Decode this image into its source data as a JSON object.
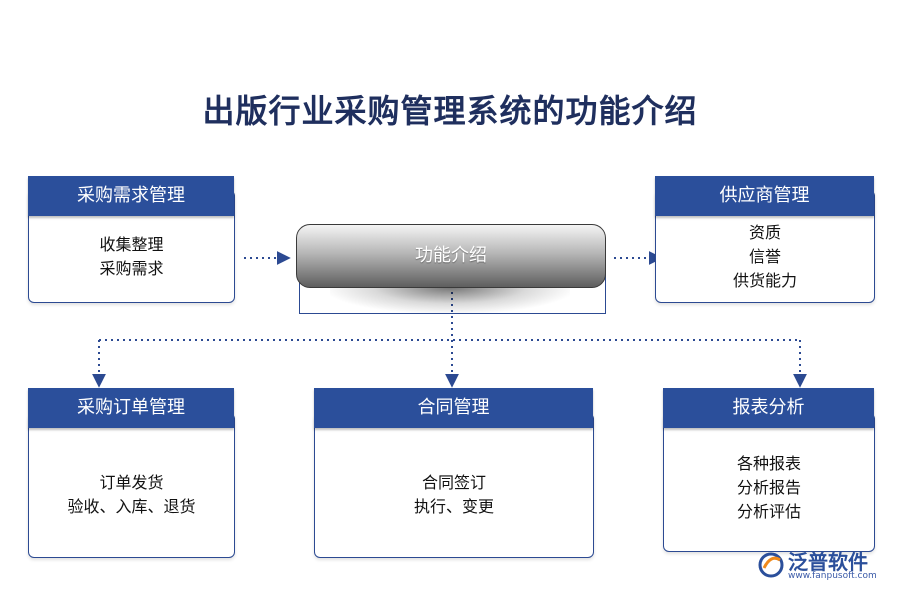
{
  "title": "出版行业采购管理系统的功能介绍",
  "center": {
    "label": "功能介绍"
  },
  "boxes": {
    "purchase_demand": {
      "header": "采购需求管理",
      "lines": [
        "收集整理",
        "采购需求"
      ]
    },
    "supplier": {
      "header": "供应商管理",
      "lines": [
        "资质",
        "信誉",
        "供货能力"
      ]
    },
    "purchase_order": {
      "header": "采购订单管理",
      "lines": [
        "订单发货",
        "验收、入库、退货"
      ]
    },
    "contract": {
      "header": "合同管理",
      "lines": [
        "合同签订",
        "执行、变更"
      ]
    },
    "report": {
      "header": "报表分析",
      "lines": [
        "各种报表",
        "分析报告",
        "分析评估"
      ]
    }
  },
  "logo": {
    "name": "泛普软件",
    "url": "www.fanpusoft.com"
  },
  "colors": {
    "header_blue": "#2b4f9b",
    "title_navy": "#1f2f5e",
    "connector": "#2c4a92"
  }
}
